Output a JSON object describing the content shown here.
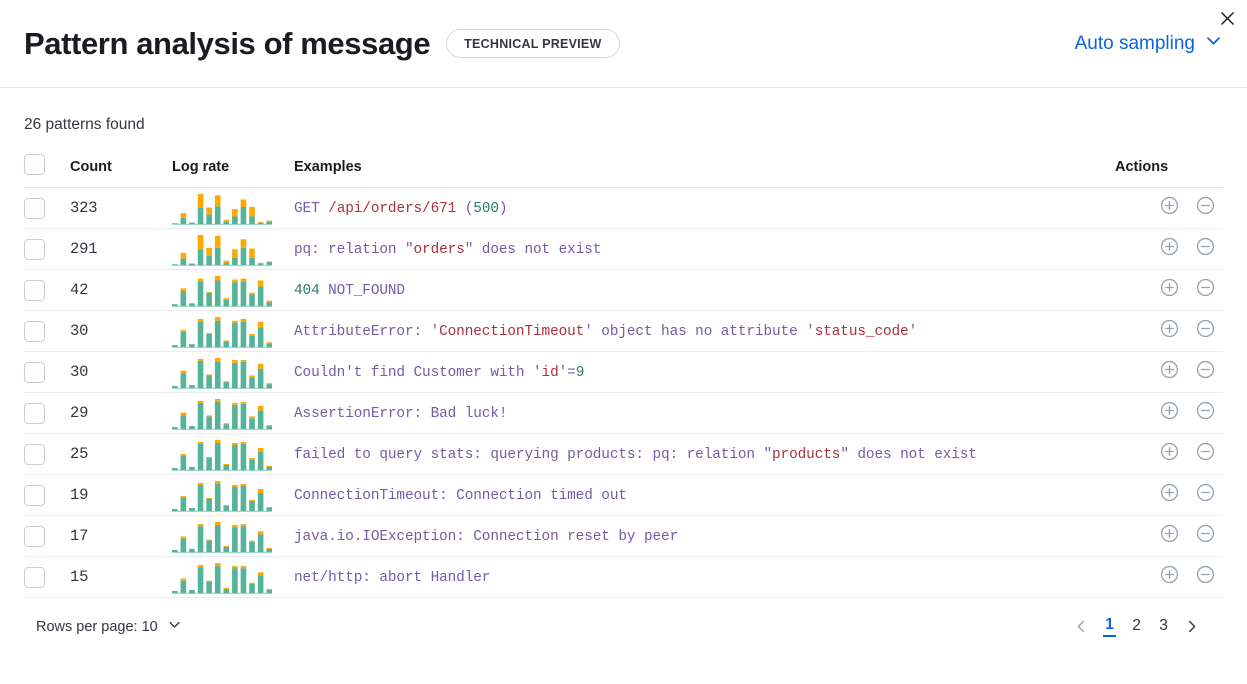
{
  "header": {
    "title": "Pattern analysis of message",
    "badge": "TECHNICAL PREVIEW",
    "sampling_label": "Auto sampling",
    "close_icon": "close-icon",
    "accent_color": "#0b64dd"
  },
  "summary": {
    "patterns_found": "26 patterns found"
  },
  "table": {
    "columns": {
      "select": "",
      "count": "Count",
      "log_rate": "Log rate",
      "examples": "Examples",
      "actions": "Actions"
    },
    "rows": [
      {
        "count": "323",
        "example_plain": "GET /api/orders/671 (500)",
        "example_tokens": [
          {
            "t": "GET ",
            "c": "kw"
          },
          {
            "t": "/api/orders/671",
            "c": "str"
          },
          {
            "t": " (",
            "c": "kw"
          },
          {
            "t": "500",
            "c": "num"
          },
          {
            "t": ")",
            "c": "kw"
          }
        ],
        "sparkline": {
          "teal": [
            1,
            9,
            2,
            24,
            14,
            26,
            3,
            11,
            25,
            11,
            2,
            3
          ],
          "orange": [
            0,
            7,
            0,
            20,
            10,
            16,
            3,
            11,
            11,
            14,
            1,
            2
          ]
        }
      },
      {
        "count": "291",
        "example_plain": "pq: relation \"orders\" does not exist",
        "example_tokens": [
          {
            "t": "pq: relation \"",
            "c": "kw"
          },
          {
            "t": "orders",
            "c": "str"
          },
          {
            "t": "\" does not exist",
            "c": "kw"
          }
        ],
        "sparkline": {
          "teal": [
            1,
            9,
            2,
            22,
            13,
            24,
            3,
            10,
            24,
            10,
            2,
            4
          ],
          "orange": [
            0,
            8,
            0,
            20,
            11,
            17,
            3,
            12,
            12,
            13,
            1,
            1
          ]
        }
      },
      {
        "count": "42",
        "example_plain": "404 NOT_FOUND",
        "example_tokens": [
          {
            "t": "404",
            "c": "num"
          },
          {
            "t": " NOT_FOUND",
            "c": "kw"
          }
        ],
        "sparkline": {
          "teal": [
            2,
            17,
            3,
            28,
            15,
            29,
            7,
            27,
            28,
            13,
            22,
            4
          ],
          "orange": [
            0,
            3,
            0,
            3,
            1,
            5,
            2,
            3,
            3,
            2,
            7,
            2
          ]
        }
      },
      {
        "count": "30",
        "example_plain": "AttributeError: 'ConnectionTimeout' object has no attribute 'status_code'",
        "example_tokens": [
          {
            "t": "AttributeError: '",
            "c": "kw"
          },
          {
            "t": "ConnectionTimeout",
            "c": "str"
          },
          {
            "t": "' object has no attribute '",
            "c": "kw"
          },
          {
            "t": "status_code",
            "c": "str"
          },
          {
            "t": "'",
            "c": "kw"
          }
        ],
        "sparkline": {
          "teal": [
            2,
            16,
            3,
            27,
            14,
            28,
            6,
            26,
            27,
            12,
            21,
            4
          ],
          "orange": [
            0,
            2,
            0,
            3,
            1,
            4,
            1,
            2,
            3,
            2,
            6,
            1
          ]
        }
      },
      {
        "count": "30",
        "example_plain": "Couldn't find Customer with 'id'=9",
        "example_tokens": [
          {
            "t": "Couldn't find Customer with '",
            "c": "kw"
          },
          {
            "t": "id",
            "c": "str"
          },
          {
            "t": "'=",
            "c": "kw"
          },
          {
            "t": "9",
            "c": "num"
          }
        ],
        "sparkline": {
          "teal": [
            2,
            15,
            3,
            28,
            13,
            27,
            6,
            26,
            27,
            11,
            20,
            4
          ],
          "orange": [
            0,
            3,
            0,
            2,
            1,
            4,
            1,
            3,
            2,
            2,
            5,
            1
          ]
        }
      },
      {
        "count": "29",
        "example_plain": "AssertionError: Bad luck!",
        "example_tokens": [
          {
            "t": "AssertionError: Bad luck!",
            "c": "kw"
          }
        ],
        "sparkline": {
          "teal": [
            2,
            14,
            3,
            27,
            13,
            28,
            5,
            25,
            26,
            11,
            19,
            3
          ],
          "orange": [
            0,
            3,
            0,
            2,
            1,
            3,
            1,
            2,
            2,
            2,
            5,
            1
          ]
        }
      },
      {
        "count": "25",
        "example_plain": "failed to query stats: querying products: pq: relation \"products\" does not exist",
        "example_tokens": [
          {
            "t": "failed to query stats: querying products: pq: relation \"",
            "c": "kw"
          },
          {
            "t": "products",
            "c": "str"
          },
          {
            "t": "\" does not exist",
            "c": "kw"
          }
        ],
        "sparkline": {
          "teal": [
            2,
            14,
            3,
            26,
            12,
            27,
            5,
            25,
            26,
            10,
            18,
            3
          ],
          "orange": [
            0,
            2,
            0,
            2,
            1,
            3,
            1,
            2,
            2,
            2,
            4,
            1
          ]
        }
      },
      {
        "count": "19",
        "example_plain": "ConnectionTimeout: Connection timed out",
        "example_tokens": [
          {
            "t": "ConnectionTimeout: Connection timed out",
            "c": "kw"
          }
        ],
        "sparkline": {
          "teal": [
            2,
            13,
            3,
            26,
            12,
            27,
            5,
            24,
            25,
            10,
            18,
            3
          ],
          "orange": [
            0,
            2,
            0,
            2,
            1,
            3,
            1,
            2,
            2,
            1,
            4,
            1
          ]
        }
      },
      {
        "count": "17",
        "example_plain": "java.io.IOException: Connection reset by peer",
        "example_tokens": [
          {
            "t": "java.io.IOException: Connection reset by peer",
            "c": "kw"
          }
        ],
        "sparkline": {
          "teal": [
            2,
            13,
            3,
            25,
            11,
            26,
            5,
            24,
            25,
            10,
            17,
            3
          ],
          "orange": [
            0,
            2,
            0,
            2,
            1,
            3,
            1,
            2,
            2,
            1,
            3,
            1
          ]
        }
      },
      {
        "count": "15",
        "example_plain": "net/http: abort Handler",
        "example_tokens": [
          {
            "t": "net/http: abort Handler",
            "c": "kw"
          }
        ],
        "sparkline": {
          "teal": [
            2,
            12,
            3,
            25,
            11,
            26,
            4,
            24,
            24,
            9,
            17,
            3
          ],
          "orange": [
            0,
            2,
            0,
            2,
            1,
            3,
            1,
            2,
            2,
            1,
            3,
            1
          ]
        }
      }
    ],
    "row_action_icons": [
      "plus-circle-icon",
      "minus-circle-icon"
    ],
    "sparkline_colors": {
      "teal": "#54b399",
      "orange": "#ffa800"
    }
  },
  "footer": {
    "rows_per_page_label": "Rows per page: 10",
    "pages": [
      "1",
      "2",
      "3"
    ],
    "active_page": "1",
    "prev_label": "‹",
    "next_label": "›"
  }
}
